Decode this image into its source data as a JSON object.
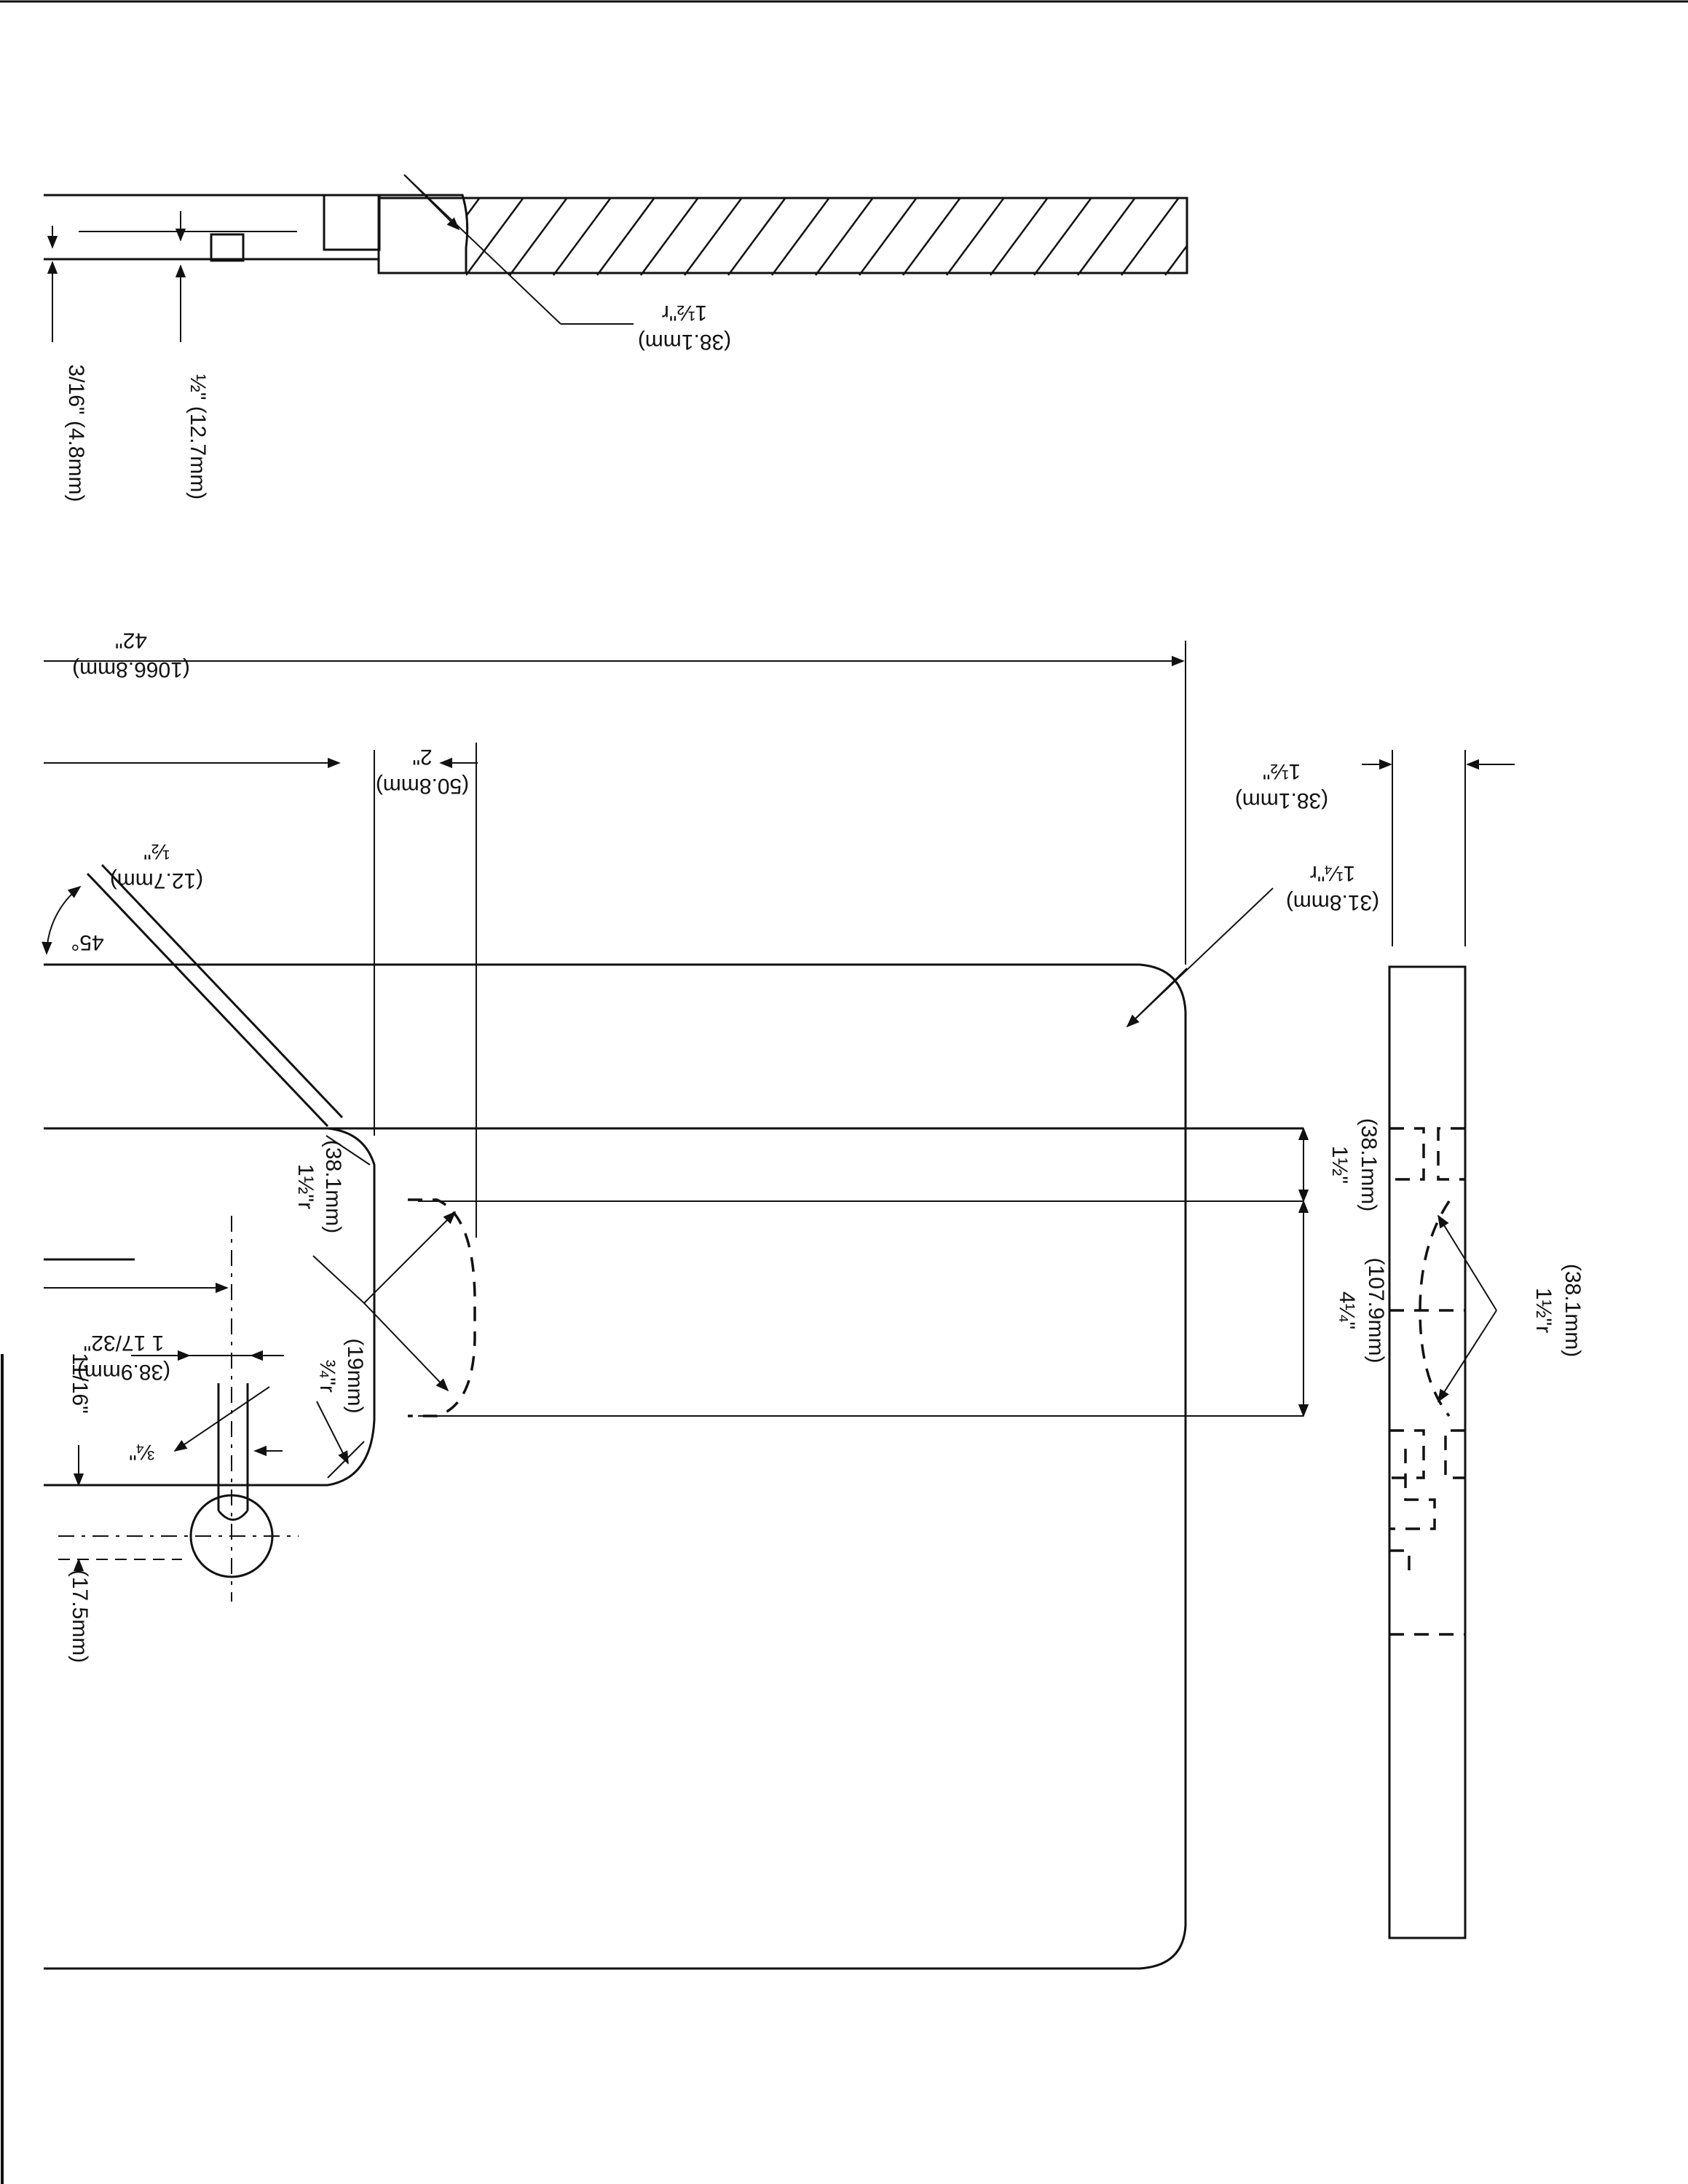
{
  "dimensions": {
    "section_radius": "1½\"r",
    "section_radius_mm": "(38.1mm)",
    "depth_3_16": "3/16\" (4.8mm)",
    "depth_half": "½\" (12.7mm)",
    "overall_width": "42\"",
    "overall_width_mm": "(1066.8mm)",
    "offset_2": "2\"",
    "offset_2_mm": "(50.8mm)",
    "side_width": "1½\"",
    "side_width_mm": "(38.1mm)",
    "corner_radius": "1¼\"r",
    "corner_radius_mm": "(31.8mm)",
    "chamfer": "½\"",
    "chamfer_mm": "(12.7mm)",
    "angle": "45°",
    "notch_radius": "1½\"r",
    "notch_radius_mm": "(38.1mm)",
    "notch_offset": "1½\"",
    "notch_offset_mm": "(38.1mm)",
    "notch_length": "4¼\"",
    "notch_length_mm": "(107.9mm)",
    "small_radius": "¾\"r",
    "small_radius_mm": "(19mm)",
    "slot_offset": "1 17/32\"",
    "slot_offset_mm": "(38.9mm)",
    "slot_width": "¾\"",
    "slot_edge": "11/16\"",
    "slot_edge_mm": "(17.5mm)",
    "side_radius": "1½\"r",
    "side_radius_mm": "(38.1mm)"
  }
}
